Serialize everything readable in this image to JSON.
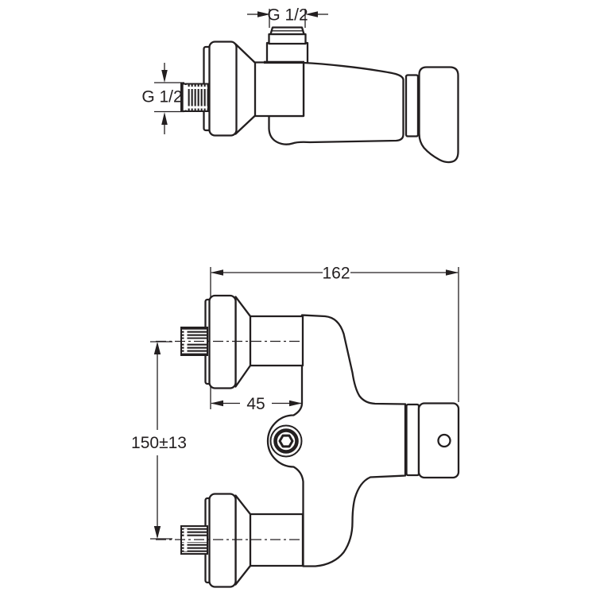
{
  "drawing": {
    "background_color": "#ffffff",
    "line_color": "#231f20",
    "side_view": {
      "dim_thread_vertical_label": "G 1/2",
      "dim_thread_horizontal_label": "G 1/2"
    },
    "front_view": {
      "dim_overall_width_label": "162",
      "dim_wall_offset_label": "45",
      "dim_inlet_spacing_label": "150±13"
    }
  }
}
